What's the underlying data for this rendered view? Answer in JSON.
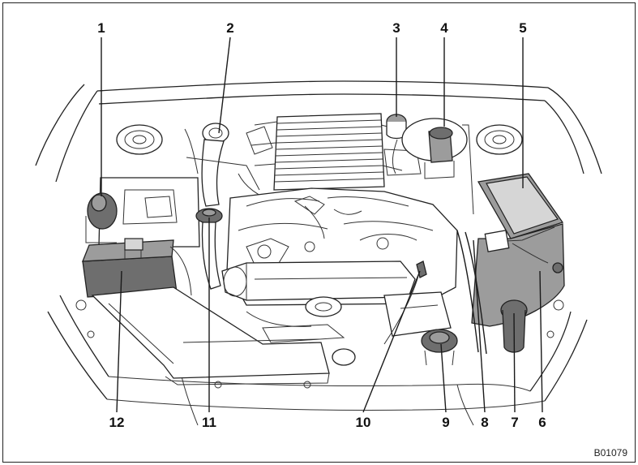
{
  "figure_code": "B01079",
  "callouts": [
    {
      "id": 1,
      "label": "1"
    },
    {
      "id": 2,
      "label": "2"
    },
    {
      "id": 3,
      "label": "3"
    },
    {
      "id": 4,
      "label": "4"
    },
    {
      "id": 5,
      "label": "5"
    },
    {
      "id": 6,
      "label": "6"
    },
    {
      "id": 7,
      "label": "7"
    },
    {
      "id": 8,
      "label": "8"
    },
    {
      "id": 9,
      "label": "9"
    },
    {
      "id": 10,
      "label": "10"
    },
    {
      "id": 11,
      "label": "11"
    },
    {
      "id": 12,
      "label": "12"
    }
  ]
}
